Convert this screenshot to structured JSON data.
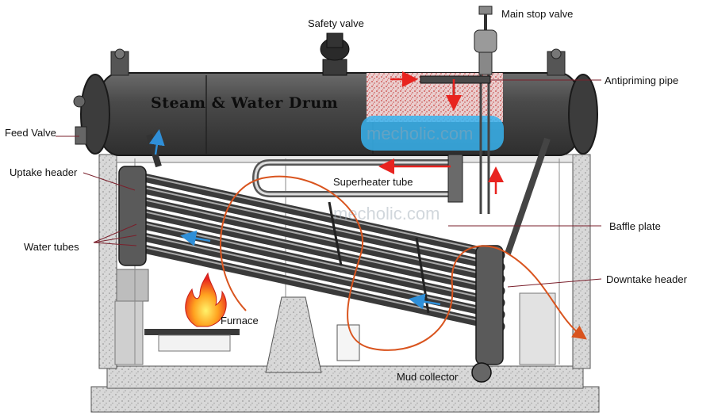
{
  "title": "Steam & Water Drum",
  "watermarks": [
    "mecholic.com",
    "mecholic.com"
  ],
  "labels": {
    "safety_valve": "Safety valve",
    "main_stop_valve": "Main stop valve",
    "antipriming_pipe": "Antipriming pipe",
    "feed_valve": "Feed Valve",
    "uptake_header": "Uptake header",
    "superheater_tube": "Superheater tube",
    "baffle_plate": "Baffle plate",
    "water_tubes": "Water tubes",
    "downtake_header": "Downtake header",
    "furnace": "Furnace",
    "mud_collector": "Mud collector"
  },
  "colors": {
    "drum": "#4a4a4a",
    "steam_region": "#e07a7a",
    "water_region": "#37b3ee",
    "flow_red": "#e8231f",
    "flow_blue": "#2f8fd8",
    "gas_path": "#d9541e",
    "brick": "#cfcfcf"
  }
}
